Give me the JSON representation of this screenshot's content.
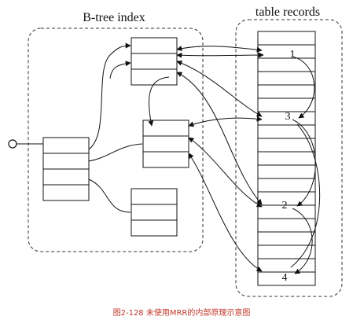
{
  "diagram": {
    "index_label": "B-tree index",
    "table_label": "table records",
    "record_numbers": [
      "1",
      "3",
      "2",
      "4"
    ],
    "caption": "图2-128 未使用MRR的内部原理示意图"
  },
  "colors": {
    "ink": "#111111",
    "caption": "#c0392b"
  }
}
